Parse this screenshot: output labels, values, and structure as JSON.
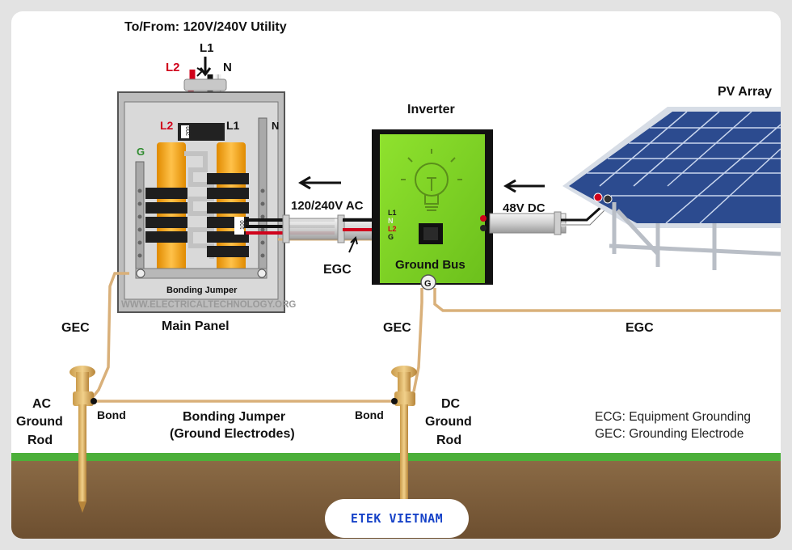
{
  "labels": {
    "utility": "To/From: 120V/240V Utility",
    "l1_top": "L1",
    "l2_top": "L2",
    "n_top": "N",
    "l2_panel": "L2",
    "l1_panel": "L1",
    "n_panel": "N",
    "g_panel": "G",
    "breaker_200": "200",
    "breaker_100": "100",
    "panel_bonding_jumper": "Bonding Jumper",
    "watermark": "WWW.ELECTRICALTECHNOLOGY.ORG",
    "main_panel": "Main Panel",
    "ac_line": "120/240V AC",
    "egc_left": "EGC",
    "inverter": "Inverter",
    "inv_l1": "L1",
    "inv_n": "N",
    "inv_l2": "L2",
    "inv_g": "G",
    "ground_bus": "Ground Bus",
    "g_terminal": "G",
    "dc_line": "48V DC",
    "pv_array": "PV Array",
    "gec_left": "GEC",
    "gec_right": "GEC",
    "egc_right": "EGC",
    "ac_rod_1": "AC",
    "ac_rod_2": "Ground",
    "ac_rod_3": "Rod",
    "dc_rod_1": "DC",
    "dc_rod_2": "Ground",
    "dc_rod_3": "Rod",
    "bond_left": "Bond",
    "bond_right": "Bond",
    "bonding_jumper_1": "Bonding Jumper",
    "bonding_jumper_2": "(Ground Electrodes)",
    "legend_1": "ECG: Equipment Grounding",
    "legend_2": "GEC: Grounding Electrode"
  },
  "brand": "ETEK VIETNAM",
  "colors": {
    "inverter_green": "#7ed321",
    "wire_gold": "#d9b07a",
    "ground_soil": "#7a5a38",
    "grass": "#4caf3a",
    "panel_orange": "#f5a623",
    "solar_blue": "#2c4b8f",
    "brand_blue": "#1642c8"
  }
}
